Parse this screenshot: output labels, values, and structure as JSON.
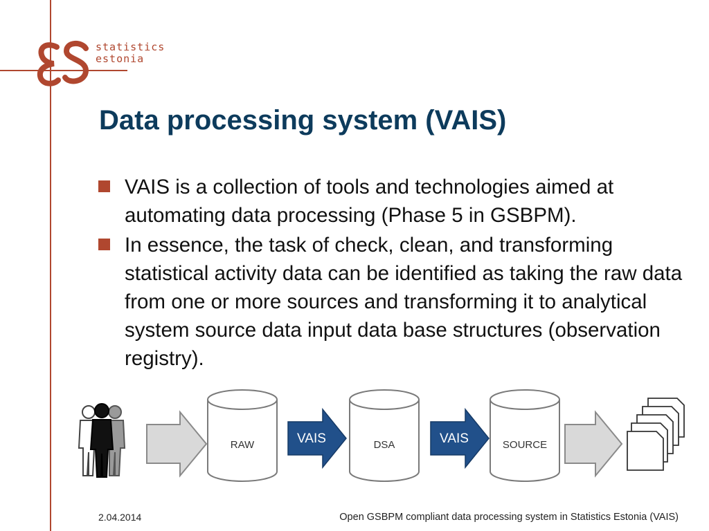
{
  "brand": {
    "line1": "statistics",
    "line2": "estonia",
    "color": "#b0472f"
  },
  "title": "Data processing system (VAIS)",
  "bullets": [
    "VAIS is a collection of tools and technologies aimed at automating data processing (Phase 5 in GSBPM).",
    "In essence, the task of check, clean, and transforming statistical activity data can be identified as taking the raw data from one or more sources and transforming it to analytical system source data input data base structures (observation registry)."
  ],
  "diagram": {
    "databases": [
      "RAW",
      "DSA",
      "SOURCE"
    ],
    "process_label_1": "VAIS",
    "process_label_2": "VAIS",
    "icons": [
      "people-icon",
      "documents-icon"
    ]
  },
  "footer": {
    "date": "2.04.2014",
    "title": "Open GSBPM compliant data processing system in Statistics Estonia (VAIS)"
  },
  "colors": {
    "accent": "#b0472f",
    "title": "#0d3b5c",
    "vais_arrow": "#21508a",
    "grey_arrow": "#d9d9d9"
  }
}
